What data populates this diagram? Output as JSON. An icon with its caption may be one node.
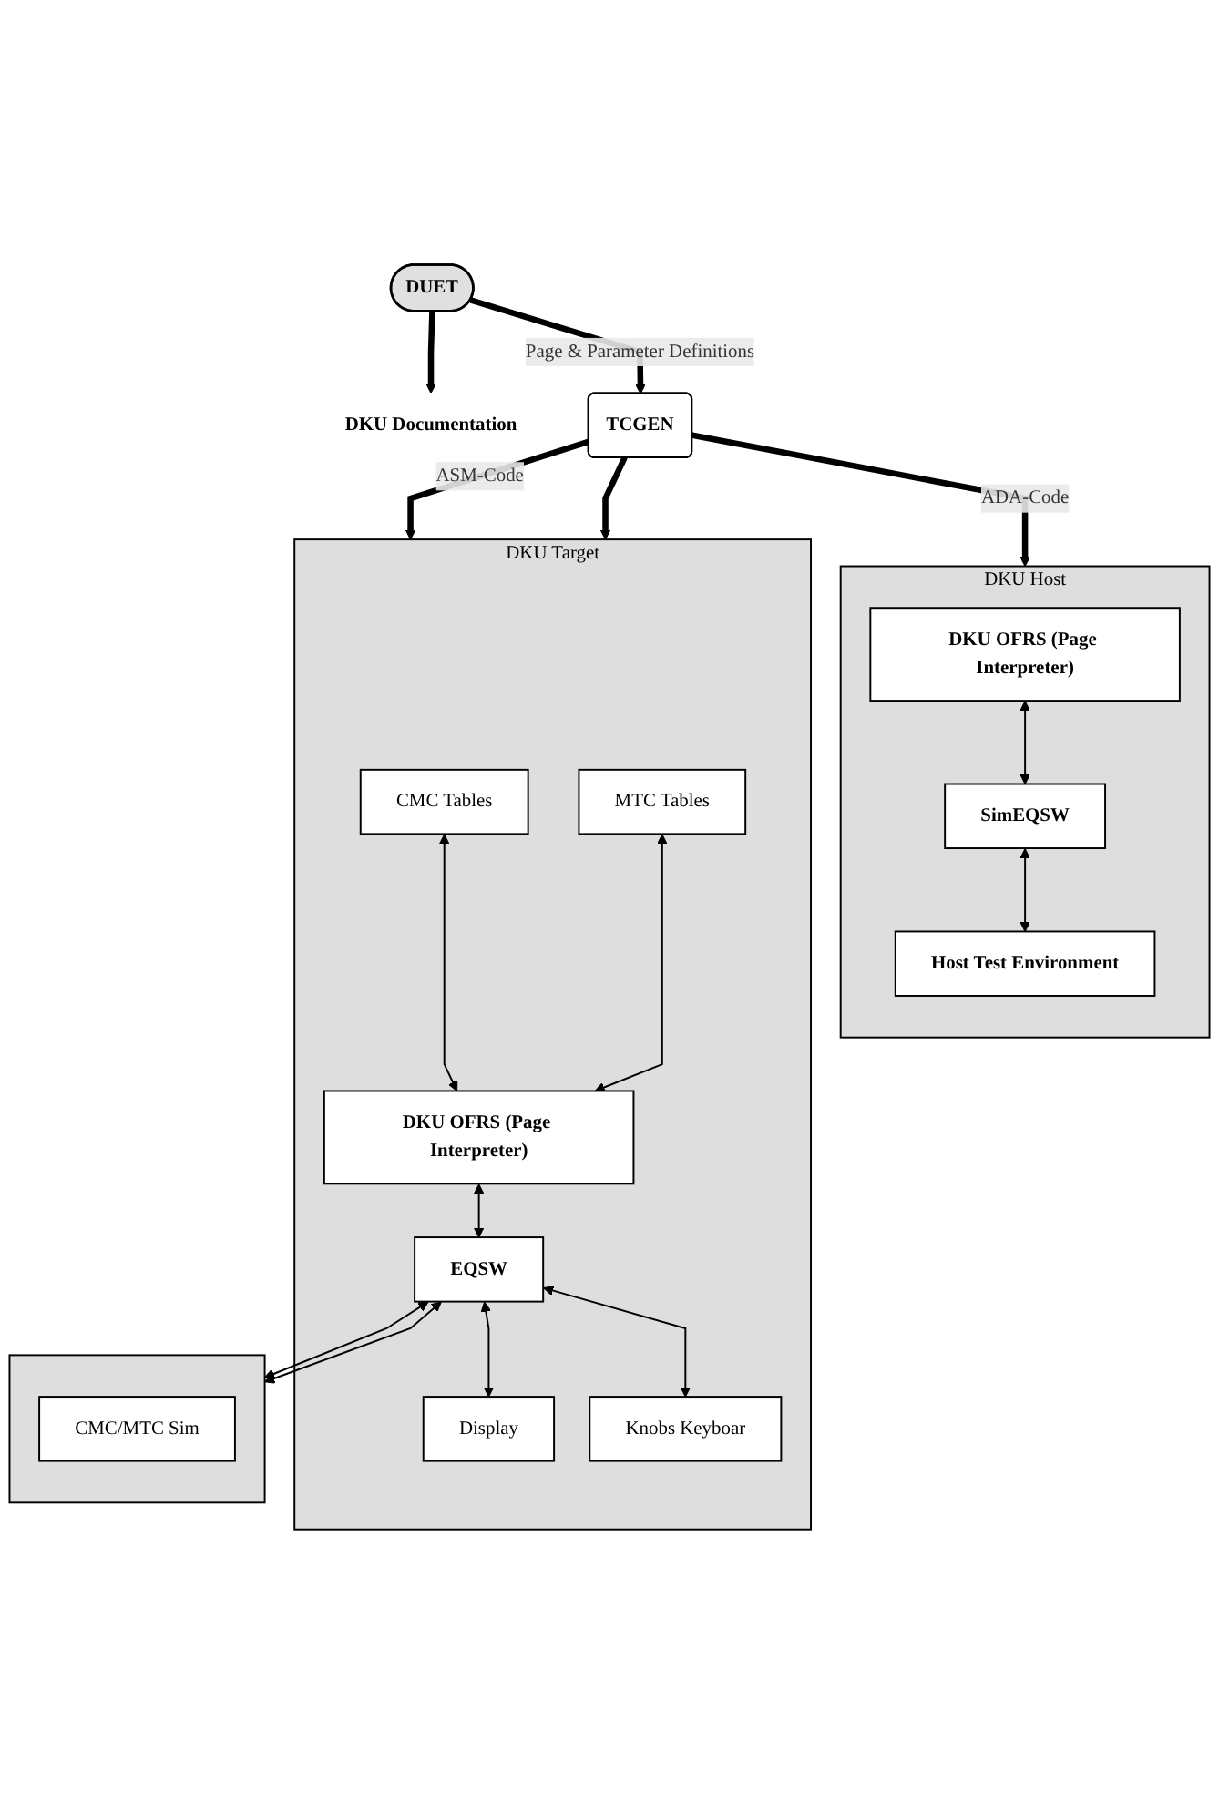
{
  "diagram": {
    "nodes": [
      {
        "text": [
          "DUET"
        ]
      },
      {
        "text": [
          "DKU Documentation"
        ]
      },
      {
        "text": [
          "TCGEN"
        ]
      },
      {
        "text": [
          "DKU Host"
        ]
      },
      {
        "text": [
          "DKU OFRS (Page Interpreter)"
        ],
        "in": 3
      },
      {
        "text": [
          "SimEQSW"
        ],
        "in": 3
      },
      {
        "text": [
          "Host Test Environment"
        ],
        "in": 3
      },
      {
        "text": [
          "DKU Target"
        ]
      },
      {
        "text": [
          "CMC Tables"
        ],
        "in": 7
      },
      {
        "text": [
          "MTC Tables"
        ],
        "in": 7
      },
      {
        "text": [
          "DKU OFRS (Page Interpreter)"
        ],
        "in": 7
      },
      {
        "text": [
          "EQSW"
        ],
        "in": 7
      },
      {
        "text": [
          "Display"
        ],
        "in": 7
      },
      {
        "text": [
          "Knobs Keyboar"
        ],
        "in": 7
      },
      {
        "text": [],
        "shape": "box"
      },
      {
        "text": [
          "CMC/MTC Sim"
        ],
        "in": 14
      }
    ],
    "edges": [
      {
        "from": 0,
        "to": 1,
        "arrow": "to",
        "style": "thick"
      },
      {
        "from": 0,
        "to": 2,
        "arrow": "to",
        "style": "thick",
        "label": "Page & Parameter Definitions"
      },
      {
        "from": 2,
        "to": 3,
        "arrow": "to",
        "style": "thick",
        "label": "ADA-Code"
      },
      {
        "from": 2,
        "to": 7,
        "arrow": "to",
        "style": "thick",
        "label": "ASM-Code"
      },
      {
        "from": 2,
        "to": 7,
        "arrow": "to",
        "style": "thick"
      },
      {
        "from": 4,
        "to": 5,
        "arrow": "both"
      },
      {
        "from": 5,
        "to": 6,
        "arrow": "both"
      },
      {
        "from": 8,
        "to": 10,
        "arrow": "both"
      },
      {
        "from": 9,
        "to": 10,
        "arrow": "both"
      },
      {
        "from": 10,
        "to": 11,
        "arrow": "both"
      },
      {
        "from": 11,
        "to": 12,
        "arrow": "both"
      },
      {
        "from": 11,
        "to": 13,
        "arrow": "both"
      },
      {
        "from": 11,
        "to": 14,
        "arrow": "both"
      },
      {
        "from": 11,
        "to": 14,
        "arrow": "both"
      }
    ]
  }
}
